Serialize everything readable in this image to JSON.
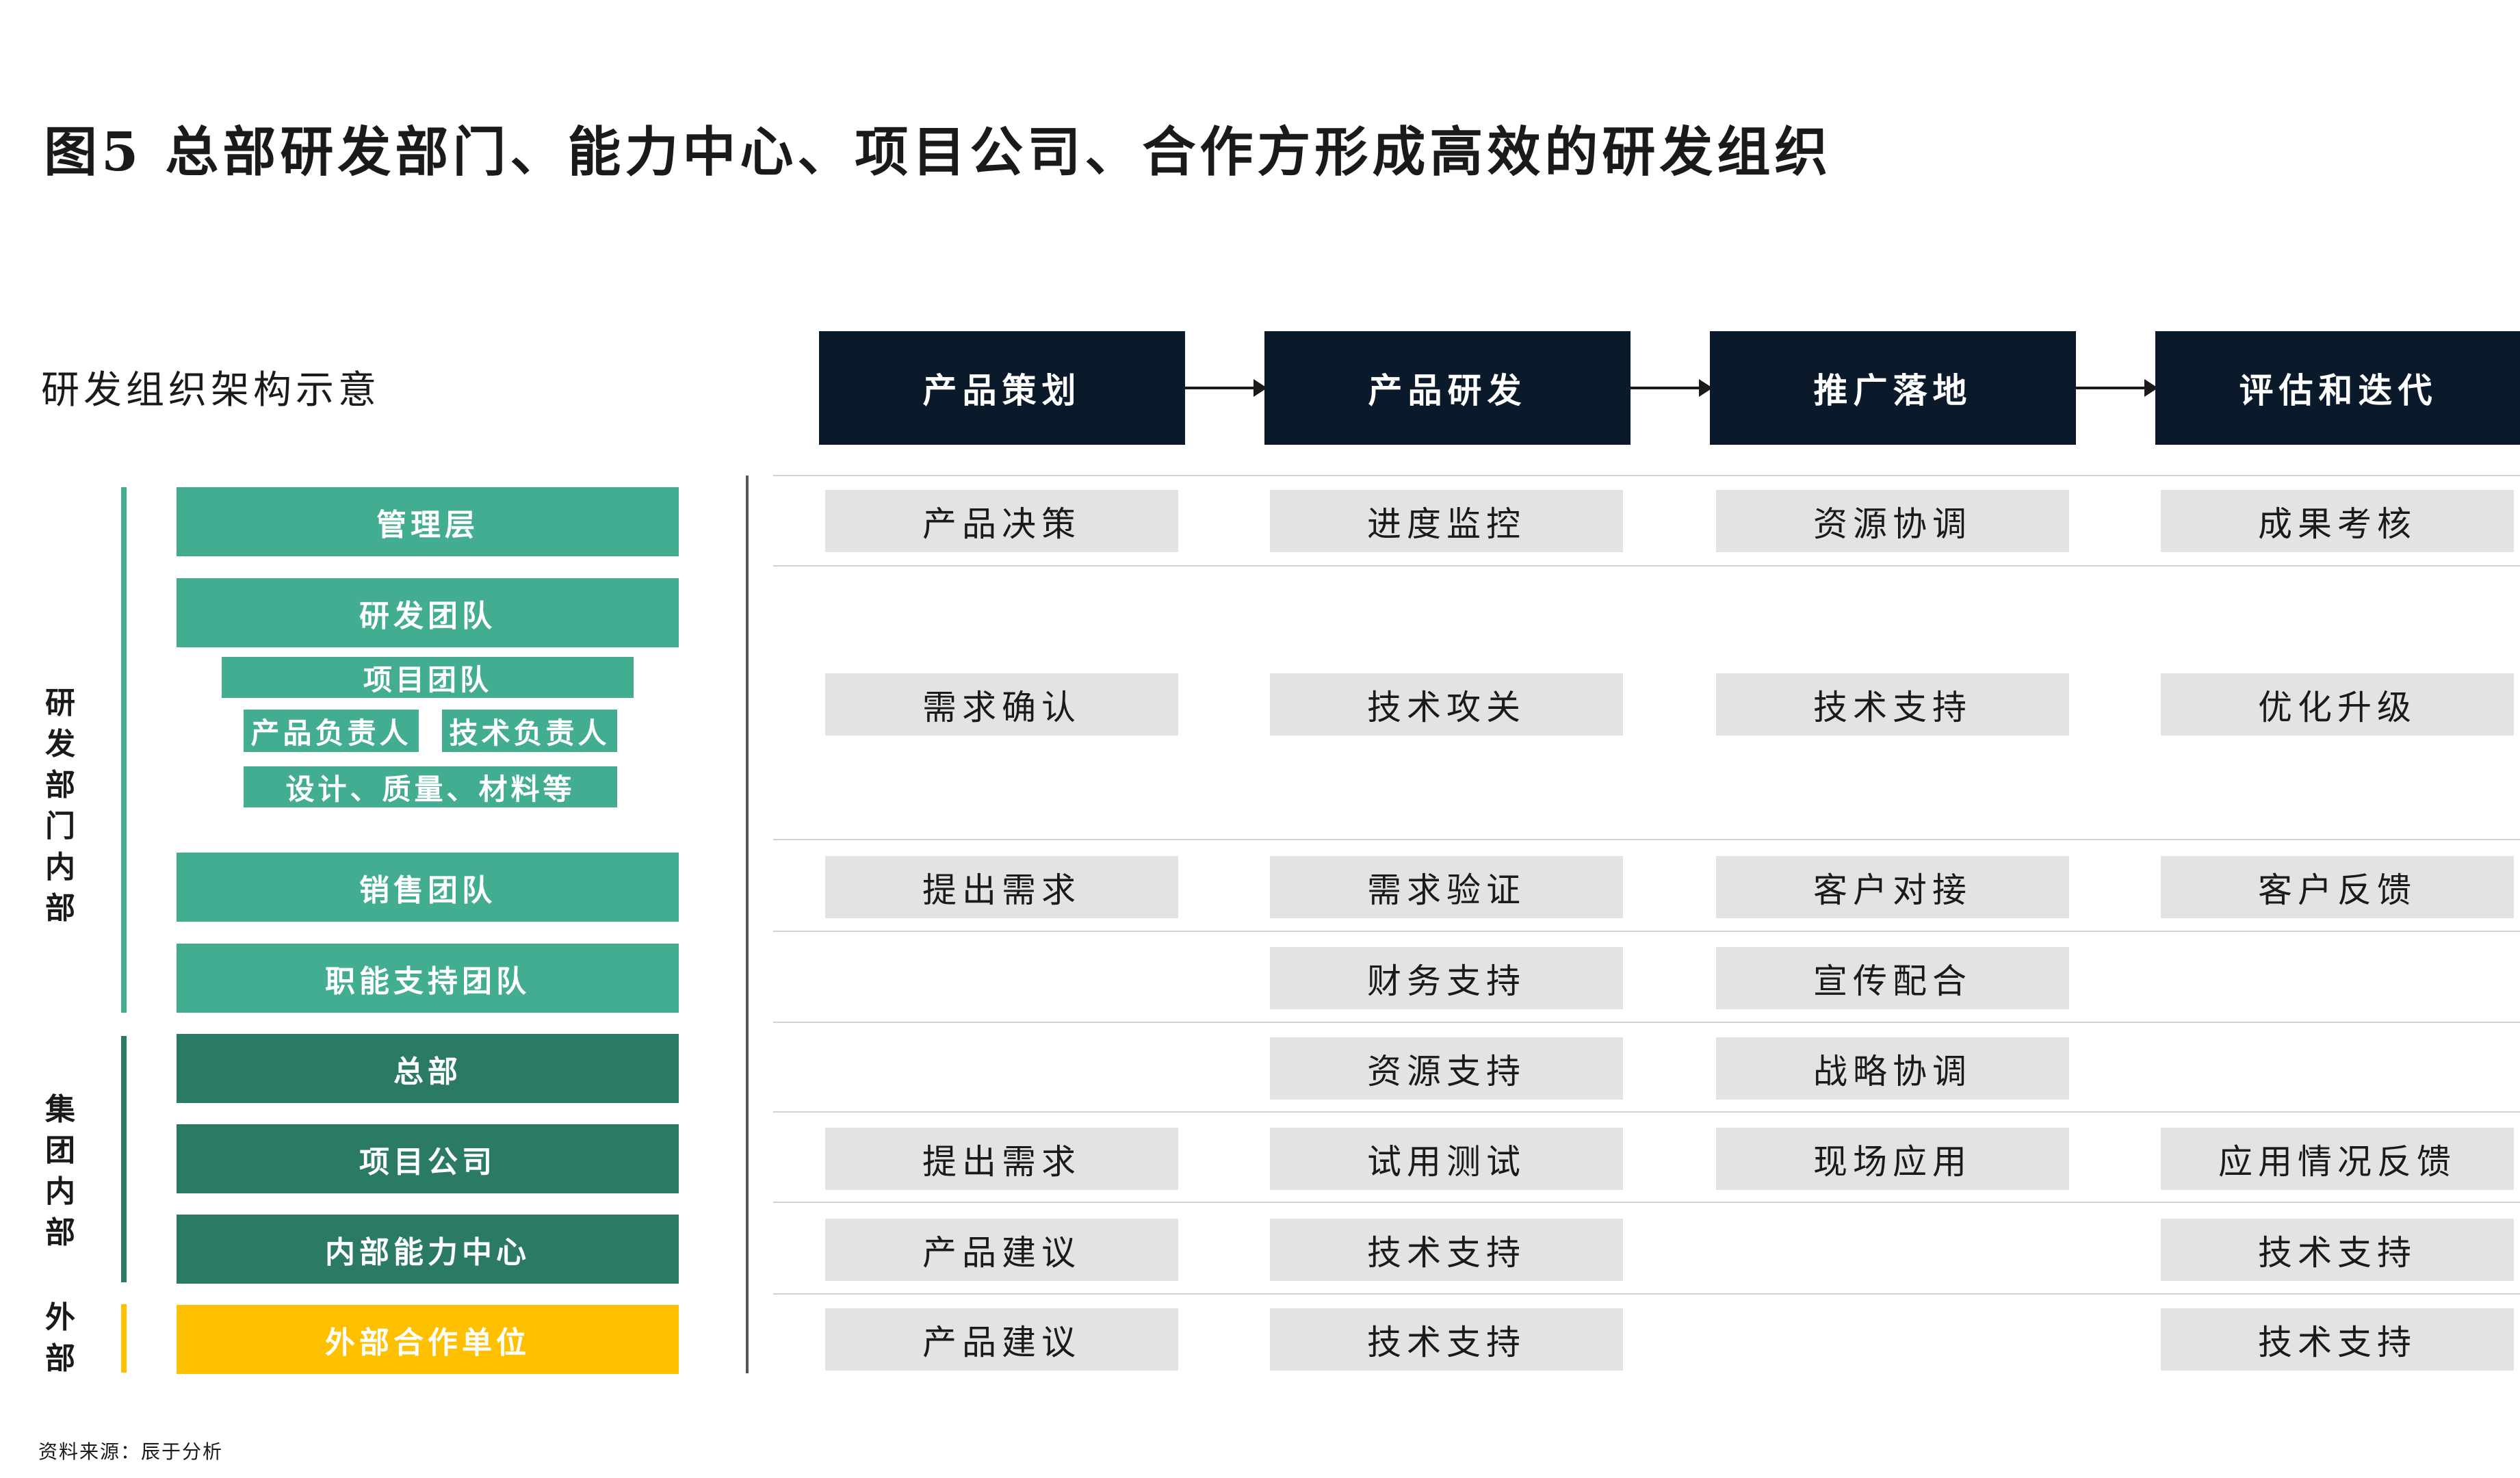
{
  "title": "图5 总部研发部门、能力中心、项目公司、合作方形成高效的研发组织",
  "subtitle": "研发组织架构示意",
  "source": "资料来源：辰于分析",
  "phases": [
    "产品策划",
    "产品研发",
    "推广落地",
    "评估和迭代"
  ],
  "groups": {
    "rd_internal": "研发部门内部",
    "group_internal": "集团内部",
    "external": "外部"
  },
  "org": {
    "management": "管理层",
    "rd_team": "研发团队",
    "project_team": "项目团队",
    "product_owner": "产品负责人",
    "tech_owner": "技术负责人",
    "design_quality": "设计、质量、材料等",
    "sales_team": "销售团队",
    "support_team": "职能支持团队",
    "hq": "总部",
    "project_company": "项目公司",
    "capability_center": "内部能力中心",
    "partner": "外部合作单位"
  },
  "rows": {
    "management": [
      "产品决策",
      "进度监控",
      "资源协调",
      "成果考核"
    ],
    "rd_team": [
      "需求确认",
      "技术攻关",
      "技术支持",
      "优化升级"
    ],
    "sales_team": [
      "提出需求",
      "需求验证",
      "客户对接",
      "客户反馈"
    ],
    "support_team": [
      "",
      "财务支持",
      "宣传配合",
      ""
    ],
    "hq": [
      "",
      "资源支持",
      "战略协调",
      ""
    ],
    "project_company": [
      "提出需求",
      "试用测试",
      "现场应用",
      "应用情况反馈"
    ],
    "capability_center": [
      "产品建议",
      "技术支持",
      "",
      "技术支持"
    ],
    "partner": [
      "产品建议",
      "技术支持",
      "",
      "技术支持"
    ]
  },
  "colors": {
    "phase_bg": "#0a1a2a",
    "org_green": "#42ad90",
    "org_dark_green": "#2b7a66",
    "org_yellow": "#ffc000",
    "cell_gray": "#e3e3e3"
  }
}
